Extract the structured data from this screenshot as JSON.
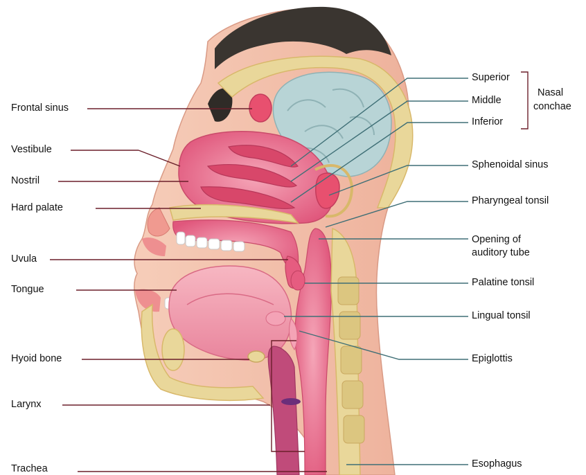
{
  "labels_left": {
    "frontal_sinus": "Frontal sinus",
    "vestibule": "Vestibule",
    "nostril": "Nostril",
    "hard_palate": "Hard palate",
    "uvula": "Uvula",
    "tongue": "Tongue",
    "hyoid_bone": "Hyoid bone",
    "larynx": "Larynx",
    "trachea": "Trachea"
  },
  "labels_right": {
    "superior": "Superior",
    "middle": "Middle",
    "inferior": "Inferior",
    "nasal_conchae_line1": "Nasal",
    "nasal_conchae_line2": "conchae",
    "sphenoidal_sinus": "Sphenoidal sinus",
    "pharyngeal_tonsil": "Pharyngeal tonsil",
    "auditory_tube_line1": "Opening of",
    "auditory_tube_line2": "auditory tube",
    "palatine_tonsil": "Palatine tonsil",
    "lingual_tonsil": "Lingual tonsil",
    "epiglottis": "Epiglottis",
    "esophagus": "Esophagus"
  },
  "colors": {
    "skin": "#f3c2b0",
    "hair": "#3a3530",
    "mucosa": "#e86e8e",
    "mucosa_light": "#f4a3b6",
    "bone": "#e9d79a",
    "bone_outline": "#d8b86a",
    "brain": "#b8d4d6",
    "leader_dark": "#6b1f2a",
    "leader_teal": "#3f6f76"
  }
}
